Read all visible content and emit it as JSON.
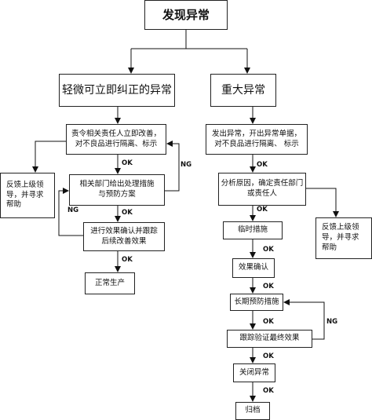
{
  "title": "发现异常",
  "left_category": "轻微可立即纠正的异常",
  "right_category": "重大异常",
  "left_steps": [
    "责令相关责任人立即改善，\n对不良品进行隔离、标示",
    "相关部门给出处理措施\n与预防方案",
    "进行效果确认并跟踪\n后续改善效果",
    "正常生产"
  ],
  "left_feedback": "反馈上级领\n导，并寻求\n帮助",
  "right_steps": [
    "发出异常，开出异常单据，\n对不良品进行隔离、  标示",
    "分析原因，确定责任部门\n或责任人",
    "临时措施",
    "效果确认",
    "长期预防措施",
    "跟踪验证最终效果",
    "关闭异常",
    "归档"
  ],
  "right_feedback": "反馈上级领\n导，并寻求\n帮助",
  "labels": {
    "ok": "OK",
    "ng": "NG"
  }
}
